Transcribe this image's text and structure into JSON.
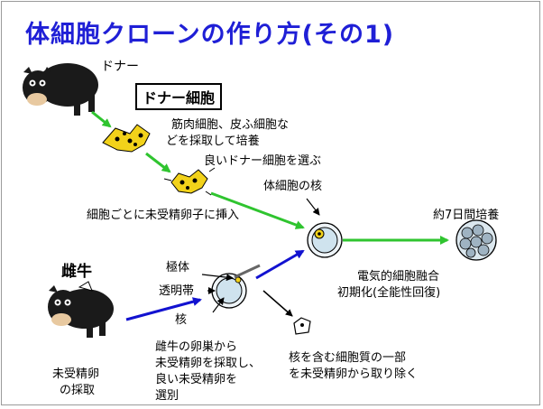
{
  "title": "体細胞クローンの作り方(その1)",
  "donor_label": "ドナー",
  "donor_cell_box": "ドナー細胞",
  "culture_text": [
    "筋肉細胞、皮ふ細胞な",
    "どを採取して培養"
  ],
  "select_text": "良いドナー細胞を選ぶ",
  "nucleus_label": "体細胞の核",
  "insert_text": "細胞ごとに未受精卵子に挿入",
  "culture7_text": "約7日間培養",
  "heifer_label": "雌牛",
  "polar_body": "極体",
  "zona": "透明帯",
  "kaku": "核",
  "fusion_text": [
    "電気的細胞融合",
    "初期化(全能性回復)"
  ],
  "ovary_text": [
    "雌牛の卵巣から",
    "未受精卵を採取し、",
    "良い未受精卵を",
    "選別"
  ],
  "remove_text": [
    "核を含む細胞質の一部",
    "を未受精卵から取り除く"
  ],
  "collect_text": [
    "未受精卵",
    "の採取"
  ],
  "colors": {
    "title": "#1f1fd6",
    "green_arrow": "#2fc42f",
    "blue_arrow": "#1212d0",
    "cell_yellow": "#f2d21a"
  }
}
